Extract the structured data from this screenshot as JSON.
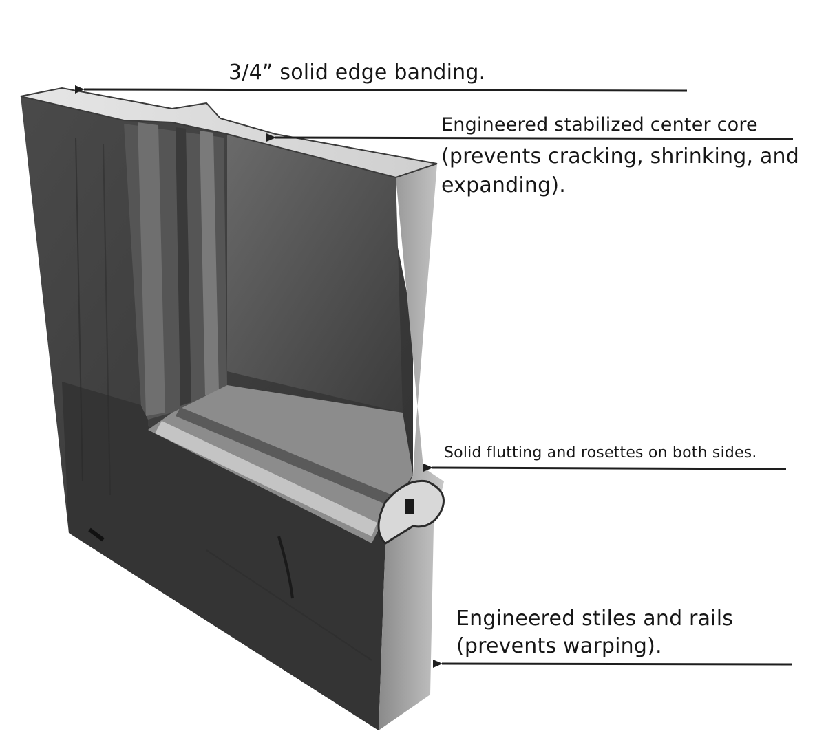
{
  "callouts": {
    "edge_banding": "3/4” solid edge banding.",
    "center_core_title": "Engineered stabilized center core",
    "center_core_line2": "(prevents cracking, shrinking, and",
    "center_core_line3": "expanding).",
    "flutting": "Solid flutting and rosettes on both sides.",
    "stiles_line1": "Engineered stiles and rails",
    "stiles_line2": "(prevents warping)."
  },
  "colors": {
    "wood_dark": "#3b3b3b",
    "wood_mid": "#5e5e5e",
    "wood_light": "#b9b9b9",
    "line": "#1e1e1e"
  }
}
